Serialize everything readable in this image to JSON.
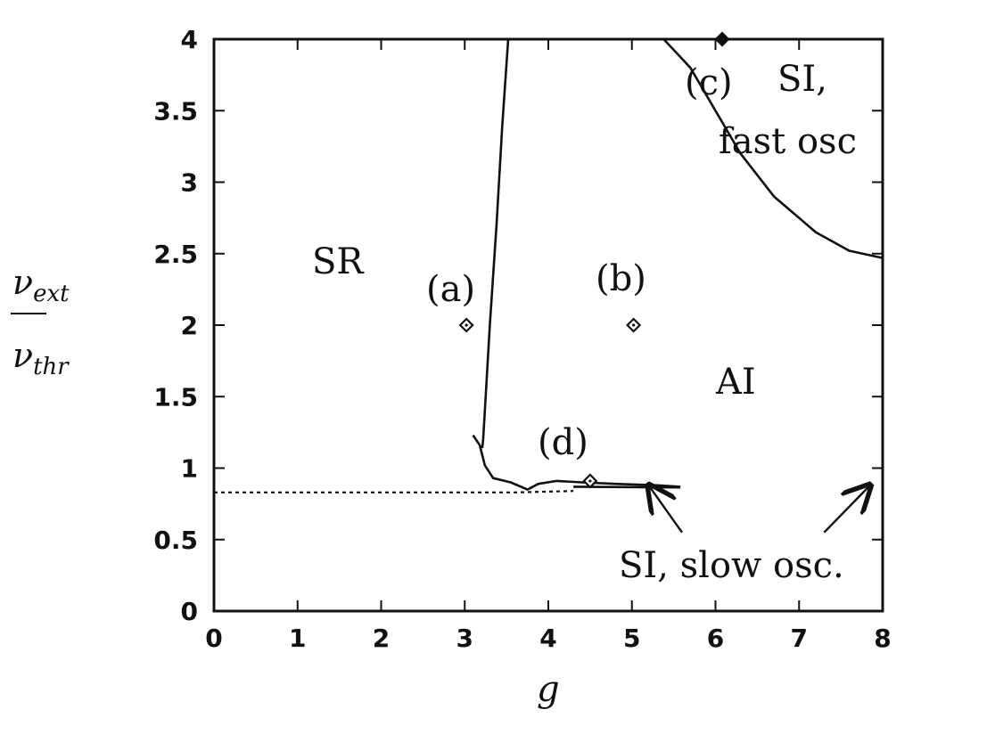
{
  "chart_data": {
    "type": "line",
    "xlabel": "g",
    "ylabel": {
      "numerator": "ν",
      "numerator_sub": "ext",
      "denominator": "ν",
      "denominator_sub": "thr"
    },
    "xlim": [
      0,
      8
    ],
    "ylim": [
      0,
      4
    ],
    "x_ticks": [
      "0",
      "1",
      "2",
      "3",
      "4",
      "5",
      "6",
      "7",
      "8"
    ],
    "y_ticks": [
      "0",
      "0.5",
      "1",
      "1.5",
      "2",
      "2.5",
      "3",
      "3.5",
      "4"
    ],
    "grid": false,
    "series": [
      {
        "style": "solid",
        "points": [
          [
            3.52,
            4.0
          ],
          [
            3.45,
            3.4
          ],
          [
            3.38,
            2.7
          ],
          [
            3.3,
            2.0
          ],
          [
            3.24,
            1.4
          ],
          [
            3.22,
            1.2
          ],
          [
            3.21,
            1.14
          ]
        ]
      },
      {
        "style": "solid",
        "points": [
          [
            3.1,
            1.23
          ],
          [
            3.18,
            1.16
          ],
          [
            3.24,
            1.02
          ],
          [
            3.34,
            0.93
          ],
          [
            3.55,
            0.9
          ],
          [
            3.75,
            0.85
          ],
          [
            3.88,
            0.89
          ],
          [
            4.1,
            0.91
          ],
          [
            4.4,
            0.9
          ],
          [
            4.8,
            0.89
          ],
          [
            5.3,
            0.88
          ],
          [
            5.58,
            0.87
          ]
        ]
      },
      {
        "style": "solid",
        "points": [
          [
            4.3,
            0.87
          ],
          [
            5.58,
            0.865
          ]
        ]
      },
      {
        "style": "dashed",
        "points": [
          [
            0.0,
            0.83
          ],
          [
            3.6,
            0.83
          ],
          [
            4.3,
            0.84
          ]
        ]
      },
      {
        "style": "solid",
        "points": [
          [
            5.38,
            4.0
          ],
          [
            5.7,
            3.8
          ],
          [
            6.0,
            3.5
          ],
          [
            6.3,
            3.2
          ],
          [
            6.7,
            2.9
          ],
          [
            7.2,
            2.65
          ],
          [
            7.6,
            2.52
          ],
          [
            8.0,
            2.47
          ]
        ]
      }
    ],
    "points": [
      {
        "label": "(a)",
        "x": 3.02,
        "y": 2.0,
        "filled": false
      },
      {
        "label": "(b)",
        "x": 5.02,
        "y": 2.0,
        "filled": false
      },
      {
        "label": "(c)",
        "x": 6.08,
        "y": 4.0,
        "filled": true
      },
      {
        "label": "(d)",
        "x": 4.5,
        "y": 0.91,
        "filled": false
      }
    ],
    "annotations": [
      {
        "text": "SR"
      },
      {
        "text": "AI"
      },
      {
        "text": "SI,"
      },
      {
        "text": "fast osc"
      },
      {
        "text": "SI, slow osc."
      }
    ],
    "arrows": [
      {
        "from": [
          5.6,
          0.55
        ],
        "to": [
          5.2,
          0.88
        ]
      },
      {
        "from": [
          7.3,
          0.55
        ],
        "to": [
          7.85,
          0.88
        ]
      }
    ]
  }
}
